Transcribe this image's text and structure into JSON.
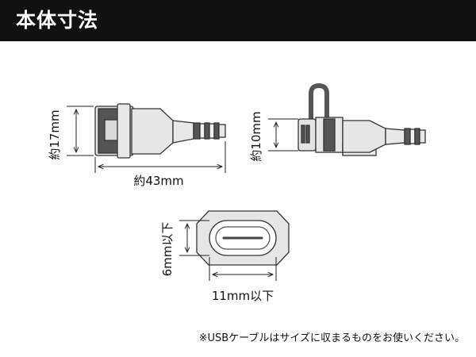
{
  "header": {
    "title": "本体寸法"
  },
  "front_view": {
    "height_label": "約17mm",
    "length_label": "約43mm"
  },
  "side_view": {
    "height_label": "約10mm"
  },
  "port_view": {
    "height_label": "6mm以下",
    "width_label": "11mm以下"
  },
  "footnote": "※USBケーブルはサイズに収まるものをお使いください。",
  "colors": {
    "header_bg": "#111111",
    "stroke": "#333333",
    "connector_fill": "#e6e6e6",
    "dark_part": "#444444"
  }
}
